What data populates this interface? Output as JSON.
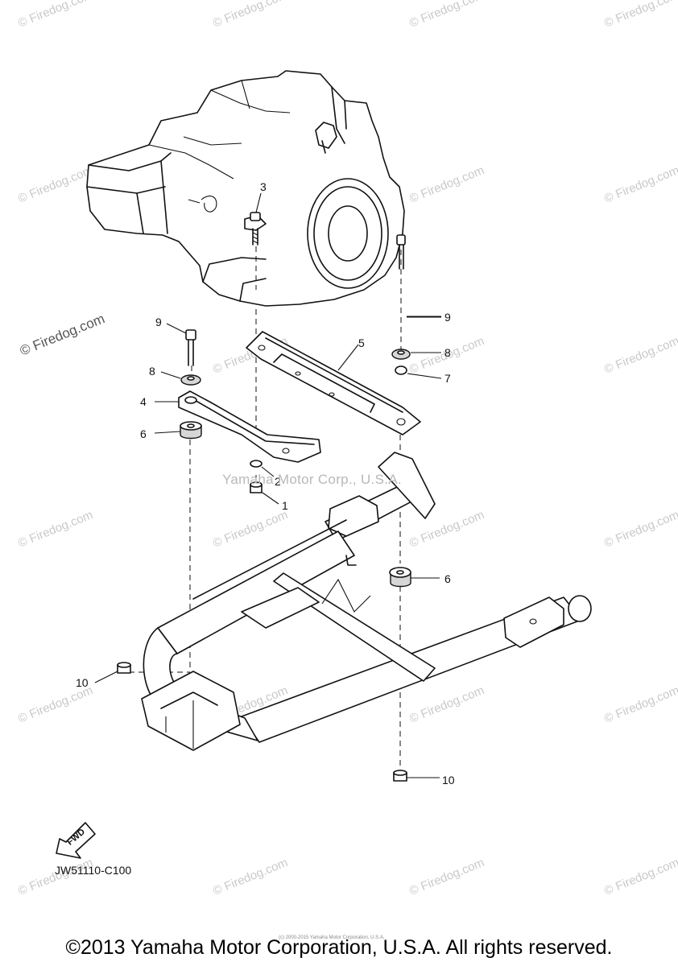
{
  "watermark": {
    "site": "© Firedog.com",
    "center": "Yamaha Motor Corp., U.S.A."
  },
  "callouts": {
    "c1": "1",
    "c2": "2",
    "c3": "3",
    "c4": "4",
    "c5": "5",
    "c6a": "6",
    "c6b": "6",
    "c7": "7",
    "c8a": "8",
    "c8b": "8",
    "c9a": "9",
    "c9b": "9",
    "c10a": "10",
    "c10b": "10"
  },
  "fwd_label": "FWD",
  "diagram_code": "JW51110-C100",
  "small_print": "(c) 2000-2015 Yamaha Motor Corporation, U.S.A.",
  "copyright": "©2013 Yamaha Motor Corporation, U.S.A. All rights reserved."
}
